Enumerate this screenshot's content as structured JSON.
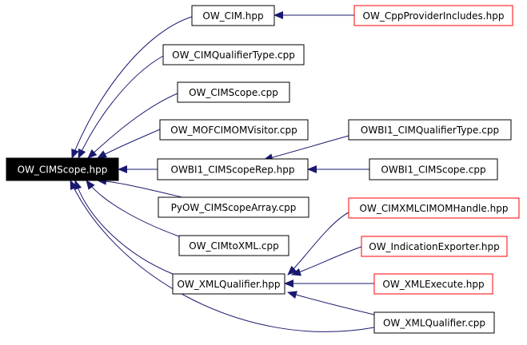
{
  "diagram": {
    "colors": {
      "edge": "#191970",
      "normal_border": "#000000",
      "external_border": "#ff0000",
      "root_fill": "#000000",
      "root_text": "#ffffff",
      "node_fill": "#ffffff",
      "node_text": "#000000"
    },
    "nodes": {
      "root": {
        "label": "OW_CIMScope.hpp"
      },
      "cim_hpp": {
        "label": "OW_CIM.hpp"
      },
      "cpp_provider_includes": {
        "label": "OW_CppProviderIncludes.hpp"
      },
      "cim_qualifier_type_cpp": {
        "label": "OW_CIMQualifierType.cpp"
      },
      "cim_scope_cpp": {
        "label": "OW_CIMScope.cpp"
      },
      "mof_cimom_visitor_cpp": {
        "label": "OW_MOFCIMOMVisitor.cpp"
      },
      "owbi1_cim_qualifier_type_cpp": {
        "label": "OWBI1_CIMQualifierType.cpp"
      },
      "owbi1_cim_scope_rep_hpp": {
        "label": "OWBI1_CIMScopeRep.hpp"
      },
      "owbi1_cim_scope_cpp": {
        "label": "OWBI1_CIMScope.cpp"
      },
      "py_cim_scope_array_cpp": {
        "label": "PyOW_CIMScopeArray.cpp"
      },
      "cimxml_cimom_handle_hpp": {
        "label": "OW_CIMXMLCIMOMHandle.hpp"
      },
      "cim_to_xml_cpp": {
        "label": "OW_CIMtoXML.cpp"
      },
      "indication_exporter_hpp": {
        "label": "OW_IndicationExporter.hpp"
      },
      "xml_qualifier_hpp": {
        "label": "OW_XMLQualifier.hpp"
      },
      "xml_execute_hpp": {
        "label": "OW_XMLExecute.hpp"
      },
      "xml_qualifier_cpp": {
        "label": "OW_XMLQualifier.cpp"
      }
    }
  }
}
